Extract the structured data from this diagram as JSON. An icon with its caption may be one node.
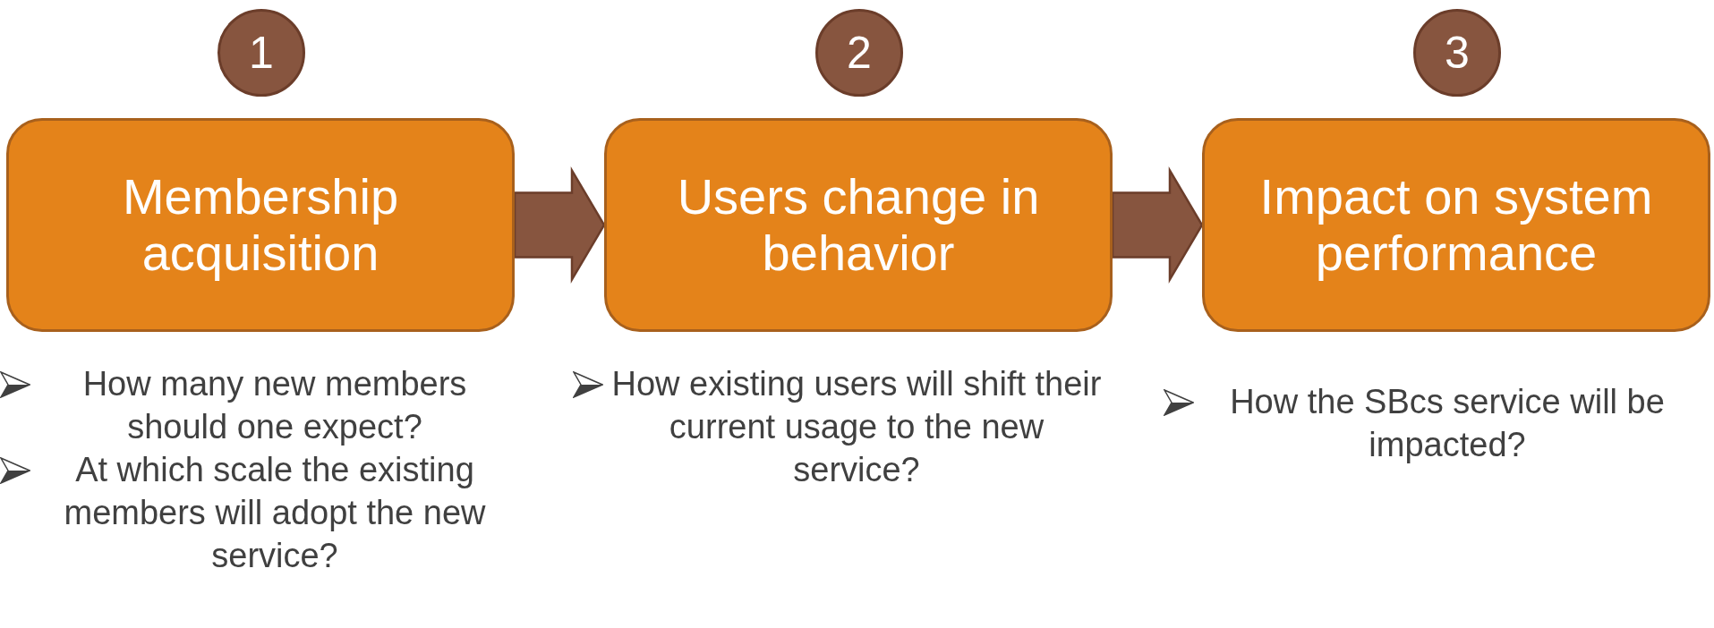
{
  "diagram": {
    "nodes": [
      {
        "text": [
          "1"
        ]
      },
      {
        "text": [
          "2"
        ]
      },
      {
        "text": [
          "3"
        ]
      },
      {
        "text": [
          "Membership acquisition"
        ],
        "beside": [
          "How many new members should one expect?",
          "At which scale the existing members will adopt the new service?"
        ]
      },
      {
        "text": [
          "Users change in behavior"
        ],
        "beside": [
          "How existing users will shift their current usage to the new service?"
        ]
      },
      {
        "text": [
          "Impact on system performance"
        ],
        "beside": [
          "How the SBcs service will be impacted?"
        ]
      }
    ],
    "edges": [
      {
        "from": 3,
        "to": 4,
        "arrow": "to"
      },
      {
        "from": 4,
        "to": 5,
        "arrow": "to"
      }
    ]
  }
}
